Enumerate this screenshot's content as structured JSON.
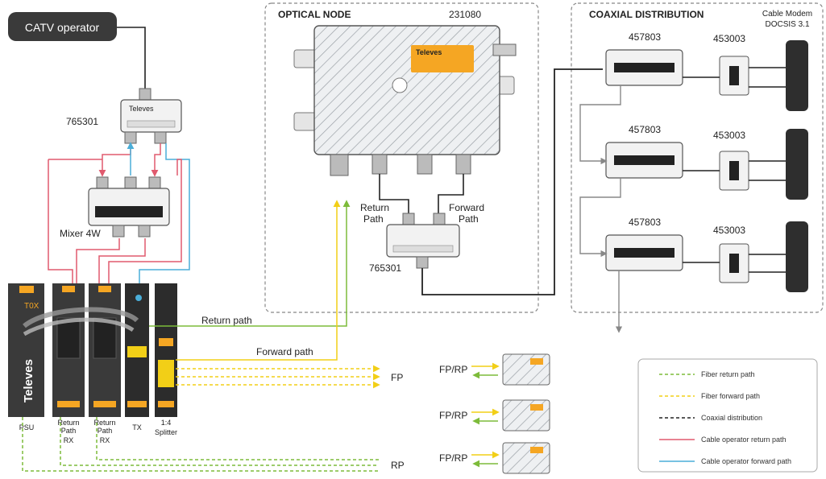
{
  "catv_operator": "CATV operator",
  "optical_node": {
    "title": "OPTICAL NODE",
    "code": "231080",
    "return_path": [
      "Return",
      "Path"
    ],
    "forward_path": [
      "Forward",
      "Path"
    ],
    "splitter_code": "765301"
  },
  "coaxial": {
    "title": "COAXIAL DISTRIBUTION",
    "modem": [
      "Cable Modem",
      "DOCSIS 3.1"
    ],
    "taps": [
      "457803",
      "457803",
      "457803"
    ],
    "splitters": [
      "453003",
      "453003",
      "453003"
    ]
  },
  "headend": {
    "splitter_code": "765301",
    "mixer": "Mixer 4W",
    "return_path_label": "Return path",
    "forward_path_label": "Forward path",
    "fp": "FP",
    "rp": "RP",
    "brand": "Televes",
    "tox": "T0X",
    "modules": [
      {
        "l1": "PSU",
        "l2": "",
        "l3": ""
      },
      {
        "l1": "Return",
        "l2": "Path",
        "l3": "RX"
      },
      {
        "l1": "Return",
        "l2": "Path",
        "l3": "RX"
      },
      {
        "l1": "TX",
        "l2": "",
        "l3": ""
      },
      {
        "l1": "1:4",
        "l2": "Splitter",
        "l3": ""
      }
    ]
  },
  "remote_nodes": [
    "FP/RP",
    "FP/RP",
    "FP/RP"
  ],
  "legend": [
    {
      "label": "Fiber return path",
      "color": "#7dbb3a",
      "dash": true
    },
    {
      "label": "Fiber forward path",
      "color": "#f2cf17",
      "dash": true
    },
    {
      "label": "Coaxial distribution",
      "color": "#222222",
      "dash": true
    },
    {
      "label": "Cable operator return path",
      "color": "#e05a6e",
      "dash": false
    },
    {
      "label": "Cable operator forward path",
      "color": "#4aaed8",
      "dash": false
    }
  ],
  "colors": {
    "fiber_return": "#7dbb3a",
    "fiber_forward": "#f2cf17",
    "coax": "#222222",
    "op_return": "#e05a6e",
    "op_forward": "#4aaed8",
    "accent": "#f5a623"
  }
}
